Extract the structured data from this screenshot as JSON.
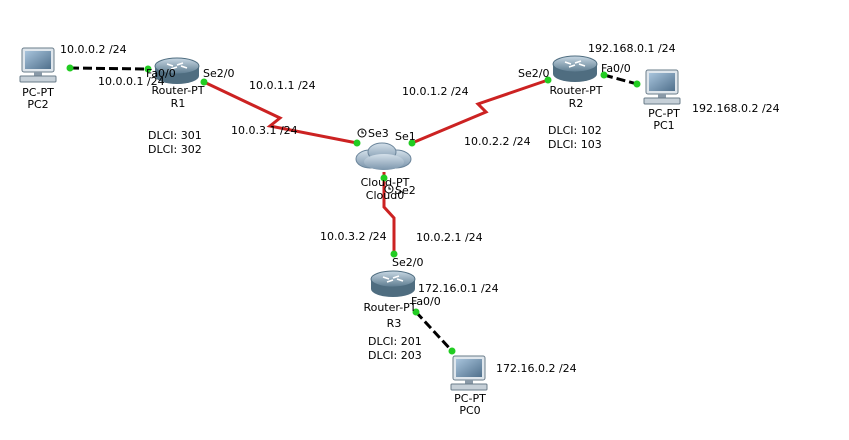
{
  "colors": {
    "serial_link": "#cc2222",
    "ethernet_link": "#000000",
    "port_dot": "#22cc22",
    "router_body": "#6f8ea0",
    "cloud_body": "#8aa2b8",
    "pc_screen": "#5f7f9a"
  },
  "devices": {
    "pc2": {
      "model": "PC-PT",
      "name": "PC2",
      "icon": "pc-icon"
    },
    "pc1": {
      "model": "PC-PT",
      "name": "PC1",
      "icon": "pc-icon"
    },
    "pc0": {
      "model": "PC-PT",
      "name": "PC0",
      "icon": "pc-icon"
    },
    "r1": {
      "model": "Router-PT",
      "name": "R1",
      "icon": "router-icon"
    },
    "r2": {
      "model": "Router-PT",
      "name": "R2",
      "icon": "router-icon"
    },
    "r3": {
      "model": "Router-PT",
      "name": "R3",
      "icon": "router-icon"
    },
    "cloud": {
      "model": "Cloud-PT",
      "name": "Cloud0",
      "icon": "cloud-icon"
    }
  },
  "ports": {
    "r1_fa": "Fa0/0",
    "r1_se": "Se2/0",
    "r2_se": "Se2/0",
    "r2_fa": "Fa0/0",
    "r3_se": "Se2/0",
    "r3_fa": "Fa0/0",
    "cloud_se3": "Se3",
    "cloud_se1": "Se1",
    "cloud_se2": "Se2"
  },
  "addresses": {
    "pc2": "10.0.0.2 /24",
    "r1_fa": "10.0.0.1 /24",
    "r1_se": "10.0.1.1 /24",
    "r1_se_sub": "10.0.3.1 /24",
    "r2_se": "10.0.1.2 /24",
    "r2_se_sub": "10.0.2.2 /24",
    "r2_fa": "192.168.0.1 /24",
    "pc1": "192.168.0.2 /24",
    "r3_se_sub": "10.0.3.2 /24",
    "r3_se": "10.0.2.1 /24",
    "r3_fa": "172.16.0.1 /24",
    "pc0": "172.16.0.2 /24"
  },
  "dlci": {
    "r1": [
      "DLCI: 301",
      "DLCI: 302"
    ],
    "r2": [
      "DLCI: 102",
      "DLCI: 103"
    ],
    "r3": [
      "DLCI: 201",
      "DLCI: 203"
    ]
  }
}
